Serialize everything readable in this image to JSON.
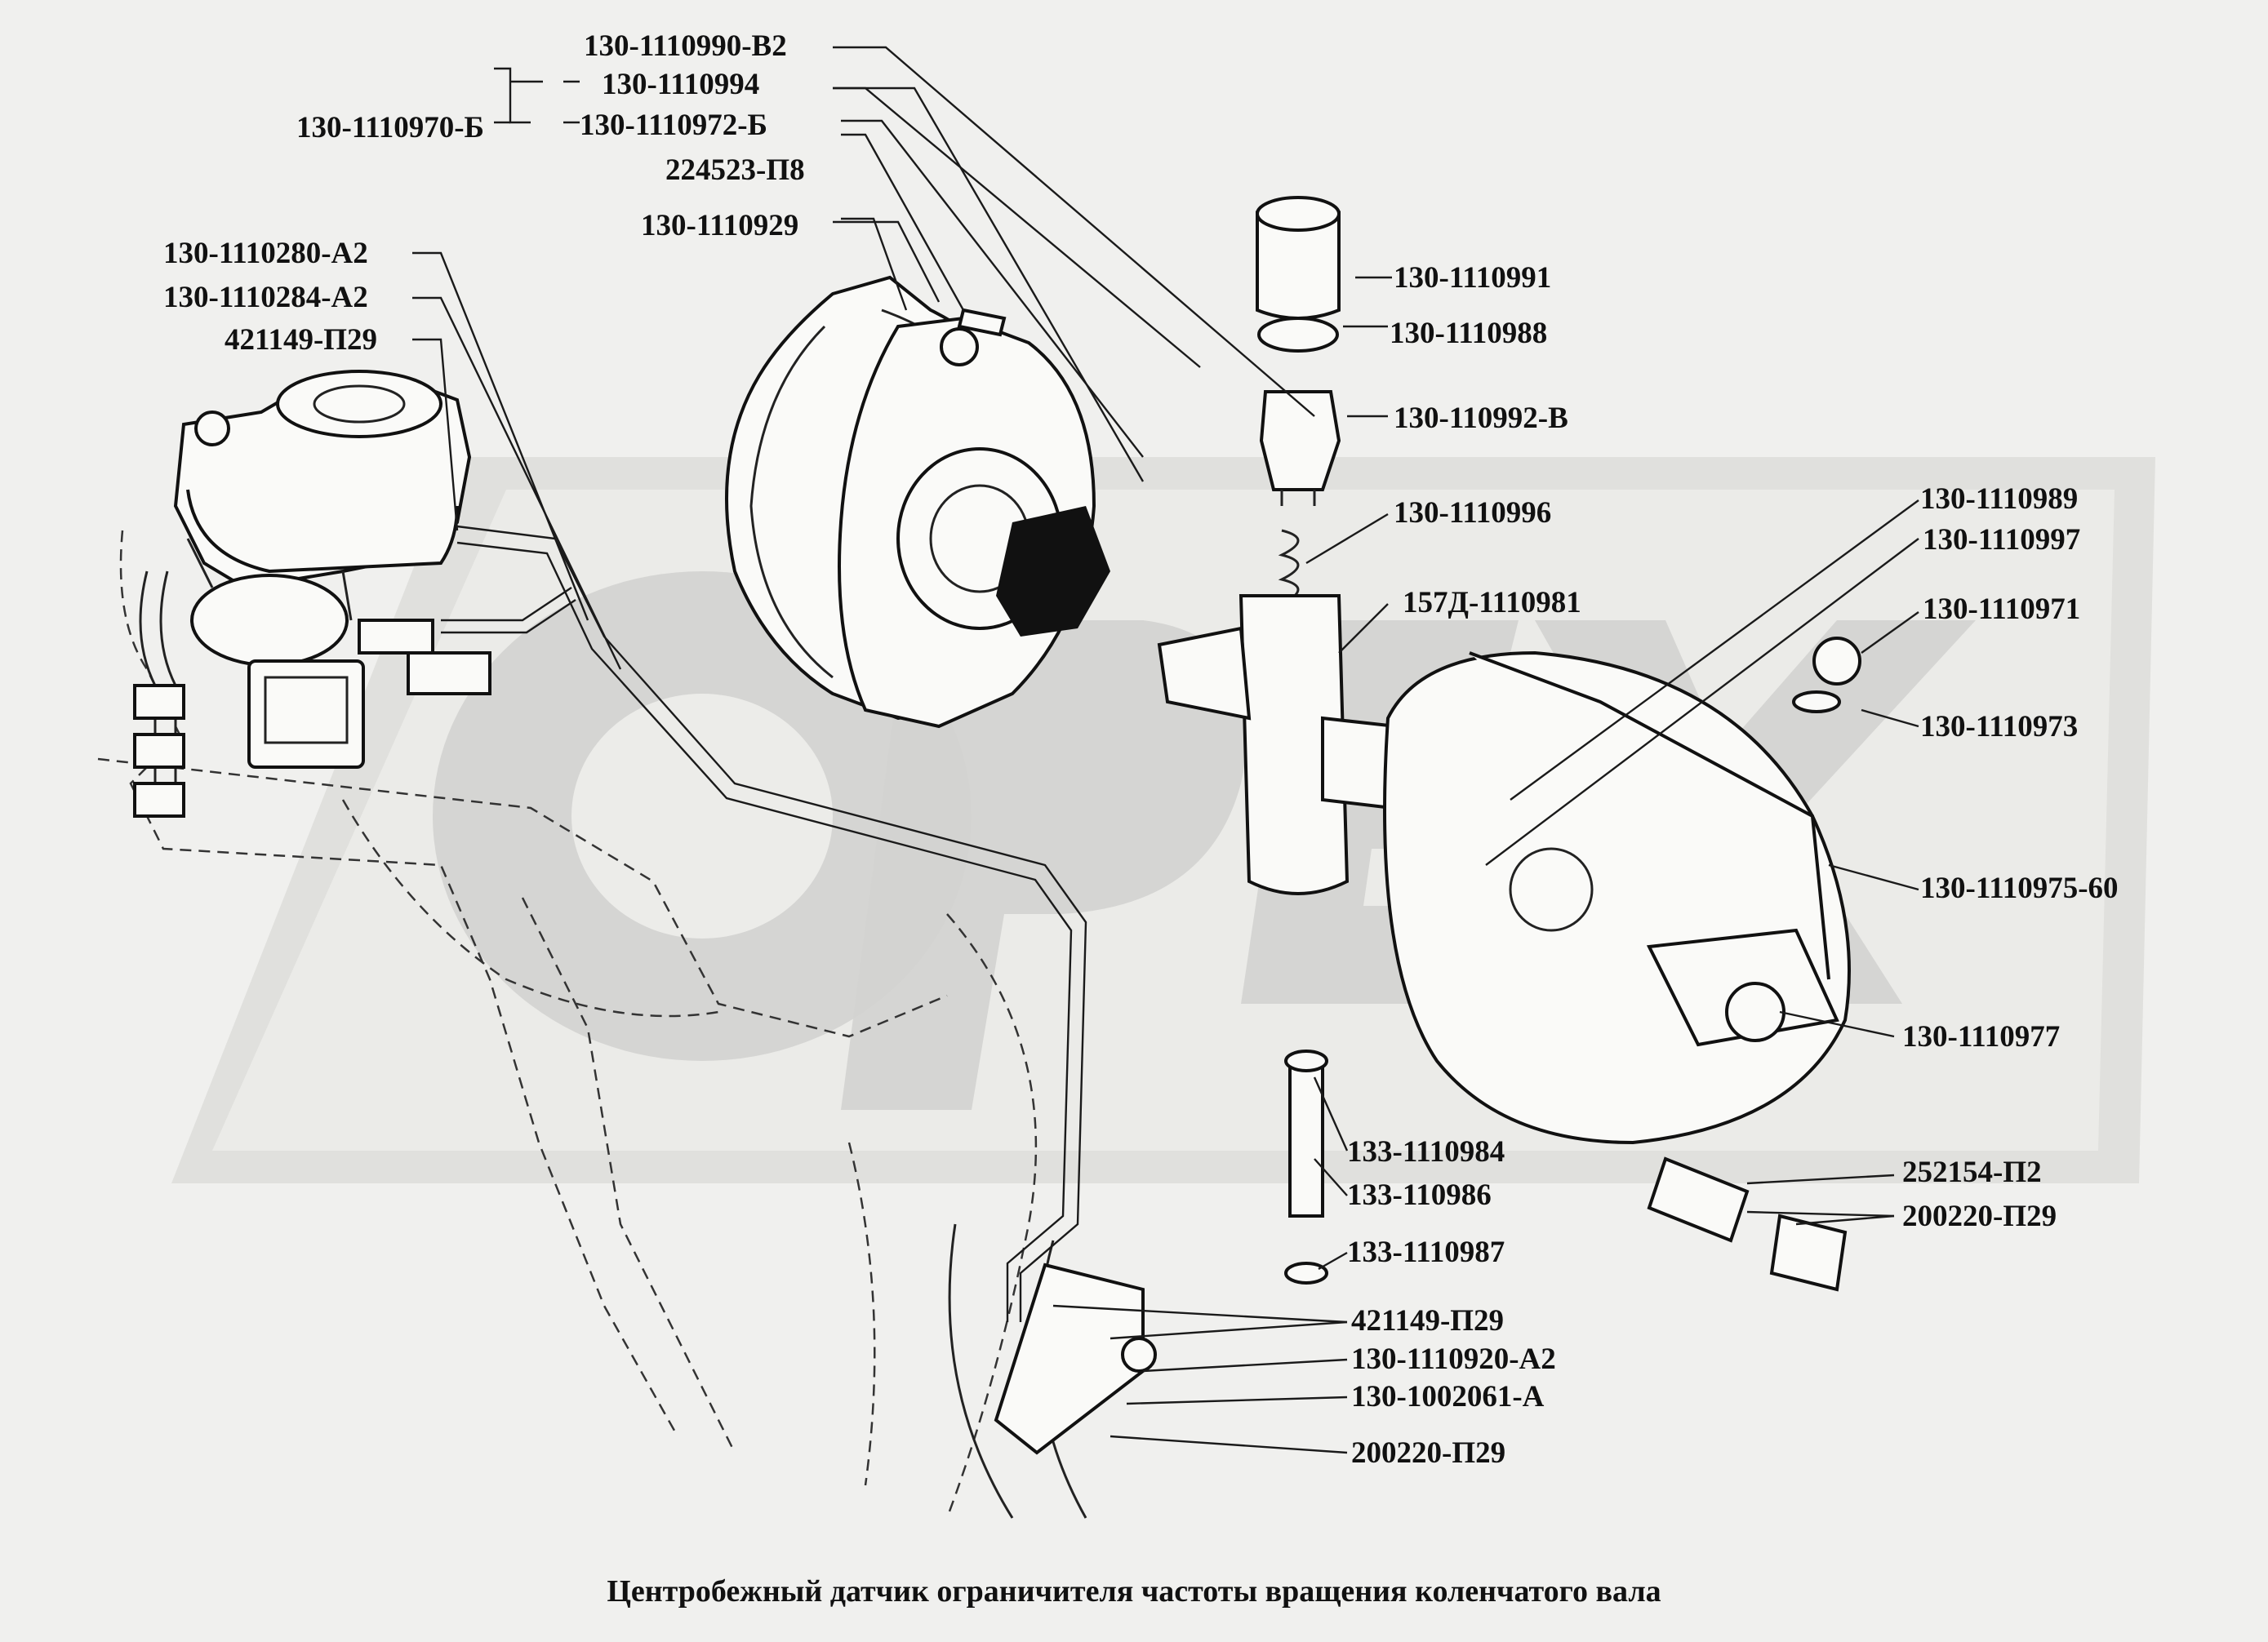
{
  "caption": "Центробежный датчик ограничителя частоты вращения коленчатого вала",
  "watermark": "ORIEX",
  "labels": {
    "l_130_1110990_B2": "130-1110990-В2",
    "l_130_1110994": "130-1110994",
    "l_130_1110970_B": "130-1110970-Б",
    "l_130_1110972_B": "130-1110972-Б",
    "l_224523_P8": "224523-П8",
    "l_130_1110929": "130-1110929",
    "l_130_1110280_A2": "130-1110280-А2",
    "l_130_1110284_A2": "130-1110284-А2",
    "l_421149_P29_top": "421149-П29",
    "l_130_1110991": "130-1110991",
    "l_130_1110988": "130-1110988",
    "l_130_110992_V": "130-110992-В",
    "l_130_1110996": "130-1110996",
    "l_157D_1110981": "157Д-1110981",
    "l_130_1110989": "130-1110989",
    "l_130_1110997": "130-1110997",
    "l_130_1110971": "130-1110971",
    "l_130_1110973": "130-1110973",
    "l_130_1110975_60": "130-1110975-60",
    "l_130_1110977": "130-1110977",
    "l_133_1110984": "133-1110984",
    "l_133_110986": "133-110986",
    "l_252154_P2": "252154-П2",
    "l_200220_P29_right": "200220-П29",
    "l_133_1110987": "133-1110987",
    "l_421149_P29_bottom": "421149-П29",
    "l_130_1110920_A2": "130-1110920-А2",
    "l_130_1002061_A": "130-1002061-А",
    "l_200220_P29_bottom": "200220-П29"
  },
  "colors": {
    "background": "#f0f0ee",
    "ink": "#111111",
    "watermark": "#d3d3d0"
  }
}
